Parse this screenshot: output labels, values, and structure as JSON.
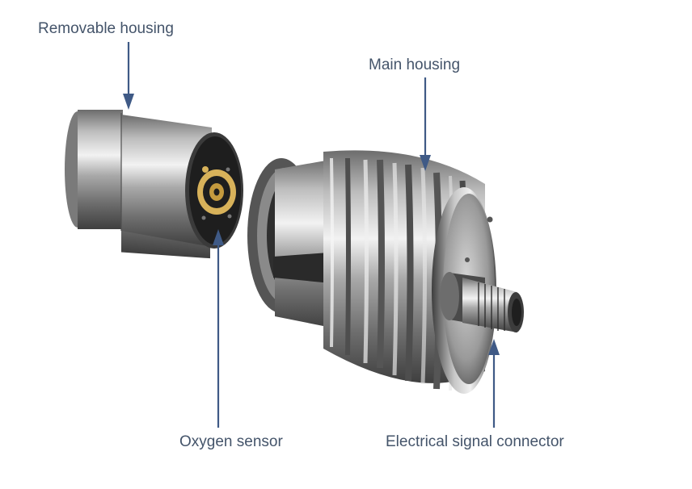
{
  "labels": {
    "removable_housing": "Removable housing",
    "main_housing": "Main housing",
    "oxygen_sensor": "Oxygen sensor",
    "electrical_signal_connector": "Electrical signal connector"
  },
  "colors": {
    "label_text": "#44546a",
    "arrow": "#3f5a86",
    "steel_light": "#d9d9d9",
    "steel_dark": "#5a5a5a",
    "sensor_gold": "#d8b25a",
    "sensor_face": "#1e1e1e",
    "background": "#ffffff"
  }
}
